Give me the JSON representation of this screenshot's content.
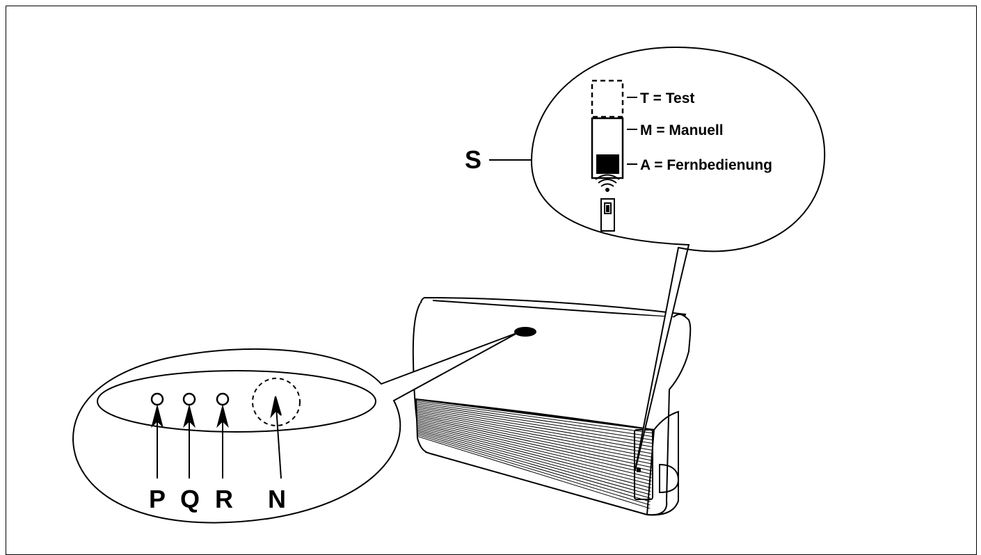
{
  "labels": {
    "s": "S",
    "p": "P",
    "q": "Q",
    "r": "R",
    "n": "N"
  },
  "switch_positions": {
    "test": "T = Test",
    "manual": "M = Manuell",
    "remote": "A = Fernbedienung"
  },
  "icons": {
    "remote_signal": "wifi-signal-icon",
    "remote_control": "remote-control-icon",
    "indicator_lamp": "circle-icon"
  },
  "colors": {
    "line": "#000000",
    "background": "#ffffff"
  }
}
